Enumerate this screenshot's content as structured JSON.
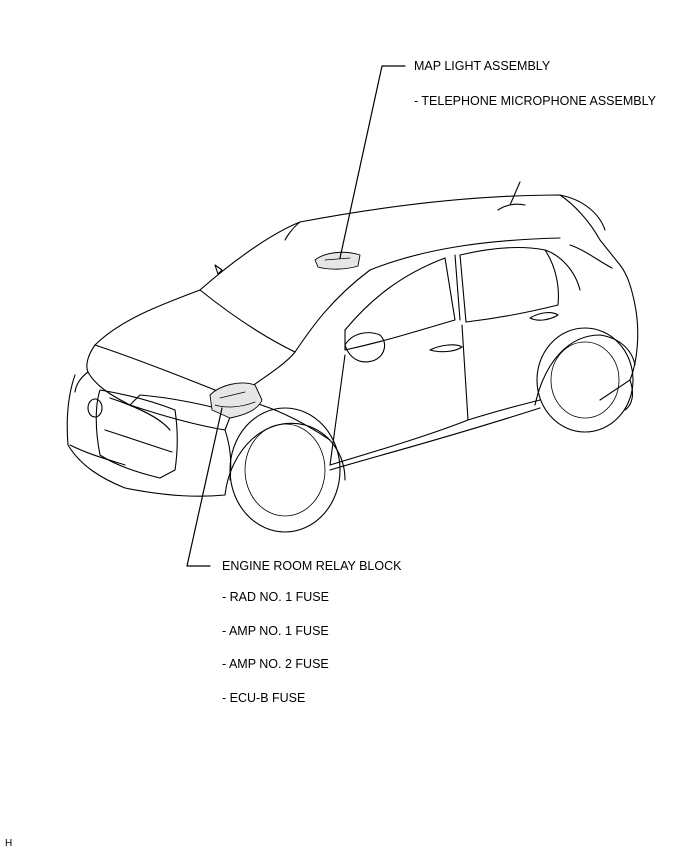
{
  "callouts": {
    "map_light": {
      "title": "MAP LIGHT ASSEMBLY",
      "items": [
        "- TELEPHONE MICROPHONE ASSEMBLY"
      ]
    },
    "engine_room": {
      "title": "ENGINE ROOM RELAY BLOCK",
      "items": [
        "- RAD NO. 1 FUSE",
        "- AMP NO. 1 FUSE",
        "- AMP NO. 2 FUSE",
        "- ECU-B FUSE"
      ]
    }
  },
  "footer_code": "H"
}
